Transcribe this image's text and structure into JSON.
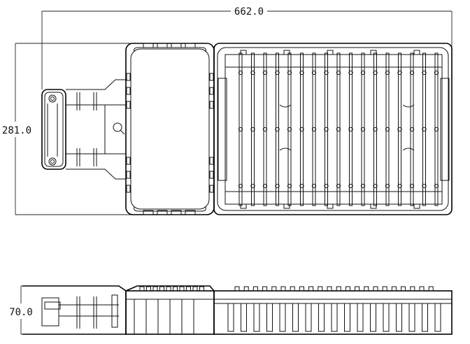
{
  "drawing": {
    "dimensions": {
      "overall_length": "662.0",
      "overall_width": "281.0",
      "overall_height": "70.0"
    }
  }
}
